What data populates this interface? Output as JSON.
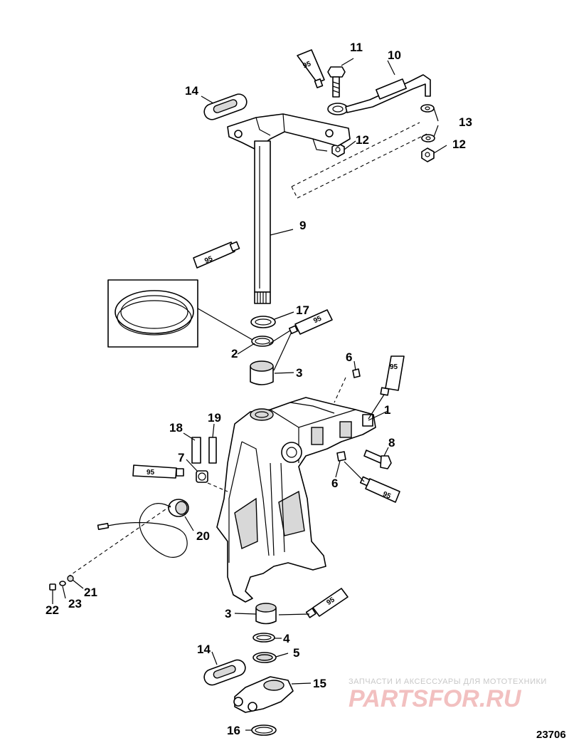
{
  "diagram_number": "23706",
  "lubricant_code": "95",
  "callouts": [
    {
      "id": "c1",
      "label": "1"
    },
    {
      "id": "c2",
      "label": "2"
    },
    {
      "id": "c3a",
      "label": "3"
    },
    {
      "id": "c3b",
      "label": "3"
    },
    {
      "id": "c4",
      "label": "4"
    },
    {
      "id": "c5",
      "label": "5"
    },
    {
      "id": "c6a",
      "label": "6"
    },
    {
      "id": "c6b",
      "label": "6"
    },
    {
      "id": "c7",
      "label": "7"
    },
    {
      "id": "c8",
      "label": "8"
    },
    {
      "id": "c9",
      "label": "9"
    },
    {
      "id": "c10",
      "label": "10"
    },
    {
      "id": "c11",
      "label": "11"
    },
    {
      "id": "c12a",
      "label": "12"
    },
    {
      "id": "c12b",
      "label": "12"
    },
    {
      "id": "c13",
      "label": "13"
    },
    {
      "id": "c14a",
      "label": "14"
    },
    {
      "id": "c14b",
      "label": "14"
    },
    {
      "id": "c15",
      "label": "15"
    },
    {
      "id": "c16",
      "label": "16"
    },
    {
      "id": "c17",
      "label": "17"
    },
    {
      "id": "c18",
      "label": "18"
    },
    {
      "id": "c19",
      "label": "19"
    },
    {
      "id": "c20",
      "label": "20"
    },
    {
      "id": "c21",
      "label": "21"
    },
    {
      "id": "c22",
      "label": "22"
    },
    {
      "id": "c23",
      "label": "23"
    }
  ],
  "watermark": {
    "tagline": "ЗАПЧАСТИ И АКСЕССУАРЫ ДЛЯ МОТОТЕХНИКИ",
    "logo": "PARTSFOR.RU"
  }
}
